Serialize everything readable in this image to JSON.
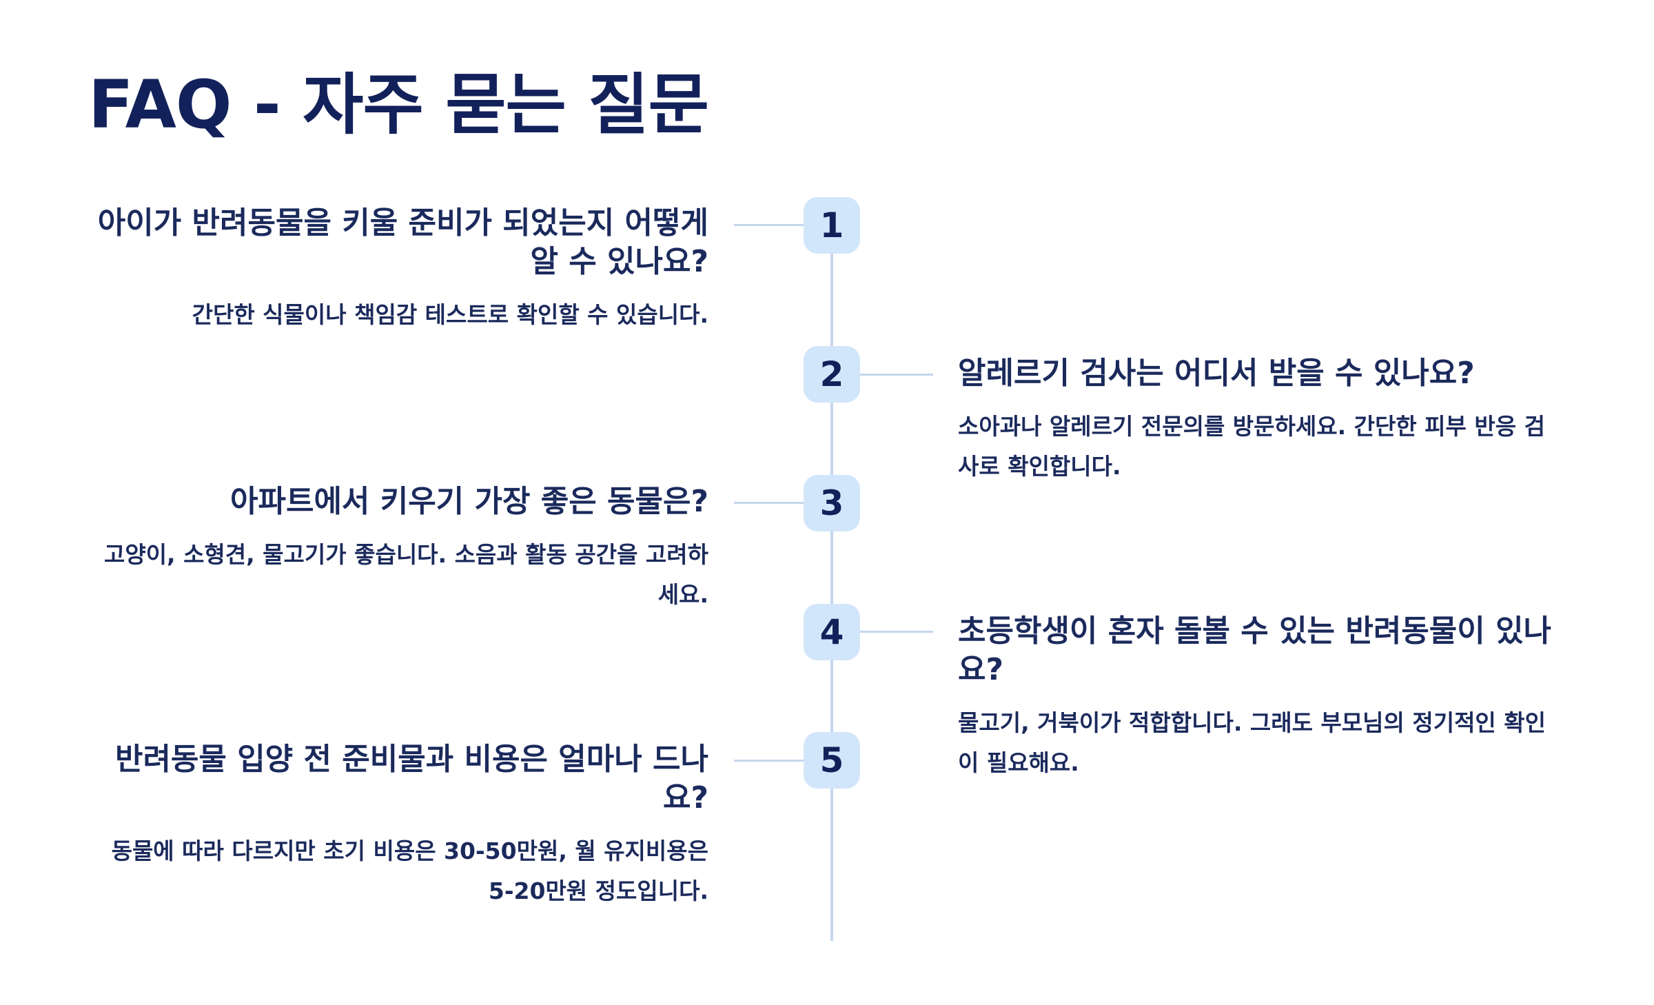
{
  "title": "FAQ - 자주 묻는 질문",
  "faqs": [
    {
      "number": "1",
      "question": "아이가 반려동물을 키울 준비가 되었는지 어떻게 알 수 있나요?",
      "answer": "간단한 식물이나 책임감 테스트로 확인할 수 있습니다."
    },
    {
      "number": "2",
      "question": "알레르기 검사는 어디서 받을 수 있나요?",
      "answer": "소아과나 알레르기 전문의를 방문하세요. 간단한 피부 반응 검사로 확인합니다."
    },
    {
      "number": "3",
      "question": "아파트에서 키우기 가장 좋은 동물은?",
      "answer": "고양이, 소형견, 물고기가 좋습니다. 소음과 활동 공간을 고려하세요."
    },
    {
      "number": "4",
      "question": "초등학생이 혼자 돌볼 수 있는 반려동물이 있나요?",
      "answer": "물고기, 거북이가 적합합니다. 그래도 부모님의 정기적인 확인이 필요해요."
    },
    {
      "number": "5",
      "question": "반려동물 입양 전 준비물과 비용은 얼마나 드나요?",
      "answer": "동물에 따라 다르지만 초기 비용은 30-50만원, 월 유지비용은 5-20만원 정도입니다."
    }
  ]
}
